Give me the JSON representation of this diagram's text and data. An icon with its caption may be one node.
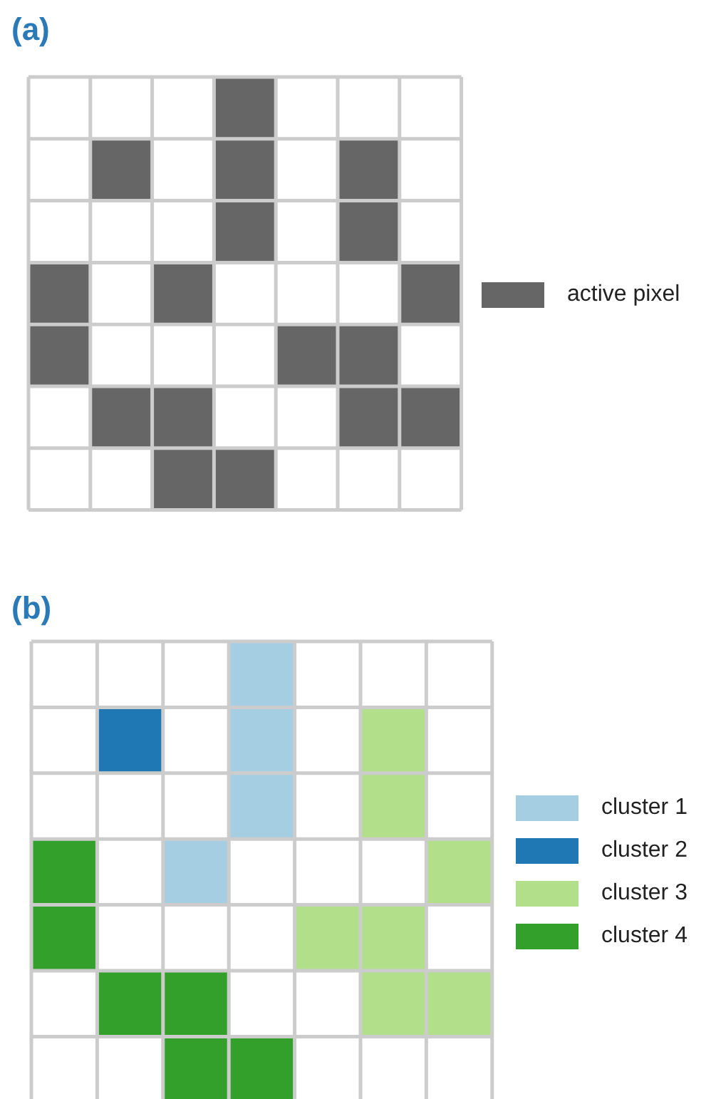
{
  "diagram": {
    "labels": [
      "(a)",
      "(b)"
    ],
    "legend": [
      {
        "text": "active pixel",
        "color": "#666666"
      },
      {
        "text": "cluster 1",
        "color": "#a6cee3"
      },
      {
        "text": "cluster 2",
        "color": "#1f78b4"
      },
      {
        "text": "cluster 3",
        "color": "#b2df8a"
      },
      {
        "text": "cluster 4",
        "color": "#33a02c"
      }
    ]
  }
}
